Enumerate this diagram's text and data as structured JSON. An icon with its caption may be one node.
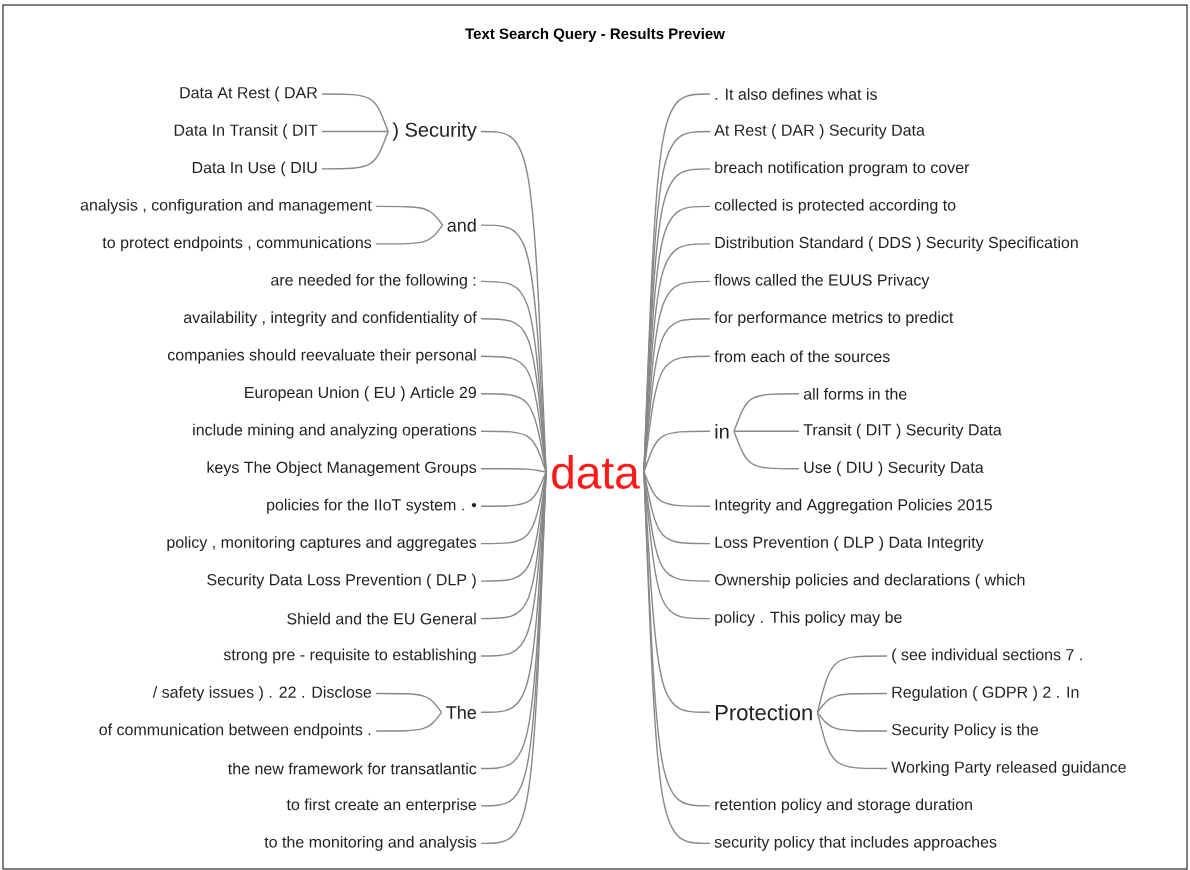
{
  "diagram": {
    "title": "Text Search Query - Results Preview",
    "nodes": [
      {
        "text": [
          "data"
        ]
      },
      {
        "text": [
          ") Security"
        ]
      },
      {
        "text": [
          "Data At Rest ( DAR"
        ]
      },
      {
        "text": [
          "Data In Transit ( DIT"
        ]
      },
      {
        "text": [
          "Data In Use ( DIU"
        ]
      },
      {
        "text": [
          "and"
        ]
      },
      {
        "text": [
          "analysis , configuration and management"
        ]
      },
      {
        "text": [
          "to protect endpoints , communications"
        ]
      },
      {
        "text": [
          "are needed for the following :"
        ]
      },
      {
        "text": [
          "availability , integrity and confidentiality of"
        ]
      },
      {
        "text": [
          "companies should reevaluate their personal"
        ]
      },
      {
        "text": [
          "European Union ( EU ) Article 29"
        ]
      },
      {
        "text": [
          "include mining and analyzing operations"
        ]
      },
      {
        "text": [
          "keys The Object Management Groups"
        ]
      },
      {
        "text": [
          "policies for the IIoT system . •"
        ]
      },
      {
        "text": [
          "policy , monitoring captures and aggregates"
        ]
      },
      {
        "text": [
          "Security Data Loss Prevention ( DLP )"
        ]
      },
      {
        "text": [
          "Shield and the EU General"
        ]
      },
      {
        "text": [
          "strong pre - requisite to establishing"
        ]
      },
      {
        "text": [
          "The"
        ]
      },
      {
        "text": [
          "/ safety issues ) . 22 . Disclose"
        ]
      },
      {
        "text": [
          "of communication between endpoints ."
        ]
      },
      {
        "text": [
          "the new framework for transatlantic"
        ]
      },
      {
        "text": [
          "to first create an enterprise"
        ]
      },
      {
        "text": [
          "to the monitoring and analysis"
        ]
      },
      {
        "text": [
          ". It also defines what is"
        ]
      },
      {
        "text": [
          "At Rest ( DAR ) Security Data"
        ]
      },
      {
        "text": [
          "breach notification program to cover"
        ]
      },
      {
        "text": [
          "collected is protected according to"
        ]
      },
      {
        "text": [
          "Distribution Standard ( DDS ) Security Specification"
        ]
      },
      {
        "text": [
          "flows called the EUUS Privacy"
        ]
      },
      {
        "text": [
          "for performance metrics to predict"
        ]
      },
      {
        "text": [
          "from each of the sources"
        ]
      },
      {
        "text": [
          "in"
        ]
      },
      {
        "text": [
          "all forms in the"
        ]
      },
      {
        "text": [
          "Transit ( DIT ) Security Data"
        ]
      },
      {
        "text": [
          "Use ( DIU ) Security Data"
        ]
      },
      {
        "text": [
          "Integrity and Aggregation Policies 2015"
        ]
      },
      {
        "text": [
          "Loss Prevention ( DLP ) Data Integrity"
        ]
      },
      {
        "text": [
          "Ownership policies and declarations ( which"
        ]
      },
      {
        "text": [
          "policy . This policy may be"
        ]
      },
      {
        "text": [
          "Protection"
        ]
      },
      {
        "text": [
          "( see individual sections 7 ."
        ]
      },
      {
        "text": [
          "Regulation ( GDPR ) 2 . In"
        ]
      },
      {
        "text": [
          "Security Policy is the"
        ]
      },
      {
        "text": [
          "Working Party released guidance"
        ]
      },
      {
        "text": [
          "retention policy and storage duration"
        ]
      },
      {
        "text": [
          "security policy that includes approaches"
        ]
      }
    ],
    "edges": [
      {
        "from": 0,
        "to": 1,
        "arrow": "none"
      },
      {
        "from": 1,
        "to": 2,
        "arrow": "none"
      },
      {
        "from": 1,
        "to": 3,
        "arrow": "none"
      },
      {
        "from": 1,
        "to": 4,
        "arrow": "none"
      },
      {
        "from": 0,
        "to": 5,
        "arrow": "none"
      },
      {
        "from": 5,
        "to": 6,
        "arrow": "none"
      },
      {
        "from": 5,
        "to": 7,
        "arrow": "none"
      },
      {
        "from": 0,
        "to": 8,
        "arrow": "none"
      },
      {
        "from": 0,
        "to": 9,
        "arrow": "none"
      },
      {
        "from": 0,
        "to": 10,
        "arrow": "none"
      },
      {
        "from": 0,
        "to": 11,
        "arrow": "none"
      },
      {
        "from": 0,
        "to": 12,
        "arrow": "none"
      },
      {
        "from": 0,
        "to": 13,
        "arrow": "none"
      },
      {
        "from": 0,
        "to": 14,
        "arrow": "none"
      },
      {
        "from": 0,
        "to": 15,
        "arrow": "none"
      },
      {
        "from": 0,
        "to": 16,
        "arrow": "none"
      },
      {
        "from": 0,
        "to": 17,
        "arrow": "none"
      },
      {
        "from": 0,
        "to": 18,
        "arrow": "none"
      },
      {
        "from": 0,
        "to": 19,
        "arrow": "none"
      },
      {
        "from": 19,
        "to": 20,
        "arrow": "none"
      },
      {
        "from": 19,
        "to": 21,
        "arrow": "none"
      },
      {
        "from": 0,
        "to": 22,
        "arrow": "none"
      },
      {
        "from": 0,
        "to": 23,
        "arrow": "none"
      },
      {
        "from": 0,
        "to": 24,
        "arrow": "none"
      },
      {
        "from": 0,
        "to": 25,
        "arrow": "none"
      },
      {
        "from": 0,
        "to": 26,
        "arrow": "none"
      },
      {
        "from": 0,
        "to": 27,
        "arrow": "none"
      },
      {
        "from": 0,
        "to": 28,
        "arrow": "none"
      },
      {
        "from": 0,
        "to": 29,
        "arrow": "none"
      },
      {
        "from": 0,
        "to": 30,
        "arrow": "none"
      },
      {
        "from": 0,
        "to": 31,
        "arrow": "none"
      },
      {
        "from": 0,
        "to": 32,
        "arrow": "none"
      },
      {
        "from": 0,
        "to": 33,
        "arrow": "none"
      },
      {
        "from": 33,
        "to": 34,
        "arrow": "none"
      },
      {
        "from": 33,
        "to": 35,
        "arrow": "none"
      },
      {
        "from": 33,
        "to": 36,
        "arrow": "none"
      },
      {
        "from": 0,
        "to": 37,
        "arrow": "none"
      },
      {
        "from": 0,
        "to": 38,
        "arrow": "none"
      },
      {
        "from": 0,
        "to": 39,
        "arrow": "none"
      },
      {
        "from": 0,
        "to": 40,
        "arrow": "none"
      },
      {
        "from": 0,
        "to": 41,
        "arrow": "none"
      },
      {
        "from": 41,
        "to": 42,
        "arrow": "none"
      },
      {
        "from": 41,
        "to": 43,
        "arrow": "none"
      },
      {
        "from": 41,
        "to": 44,
        "arrow": "none"
      },
      {
        "from": 41,
        "to": 45,
        "arrow": "none"
      },
      {
        "from": 0,
        "to": 46,
        "arrow": "none"
      },
      {
        "from": 0,
        "to": 47,
        "arrow": "none"
      }
    ]
  }
}
